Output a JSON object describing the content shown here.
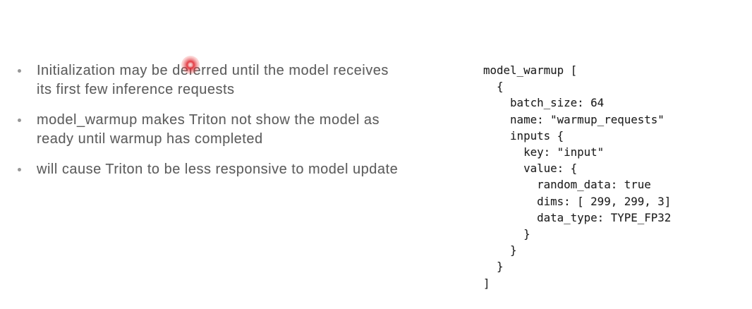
{
  "slide": {
    "background": "#ffffff"
  },
  "bullets": {
    "text_color": "#5e5e5e",
    "dot_color": "#979797",
    "items": [
      {
        "lines": [
          "Initialization may be deferred until the model receives",
          "its first few inference requests"
        ]
      },
      {
        "lines": [
          "model_warmup makes Triton not show the model as",
          "ready until warmup has completed"
        ]
      },
      {
        "lines": [
          "will cause Triton to be less responsive to model update"
        ]
      }
    ]
  },
  "code": {
    "text_color": "#1f1f1f",
    "text": "model_warmup [\n  {\n    batch_size: 64\n    name: \"warmup_requests\"\n    inputs {\n      key: \"input\"\n      value: {\n        random_data: true\n        dims: [ 299, 299, 3]\n        data_type: TYPE_FP32\n      }\n    }\n  }\n]"
  },
  "laser_pointer": {
    "color": "#e02a33"
  }
}
